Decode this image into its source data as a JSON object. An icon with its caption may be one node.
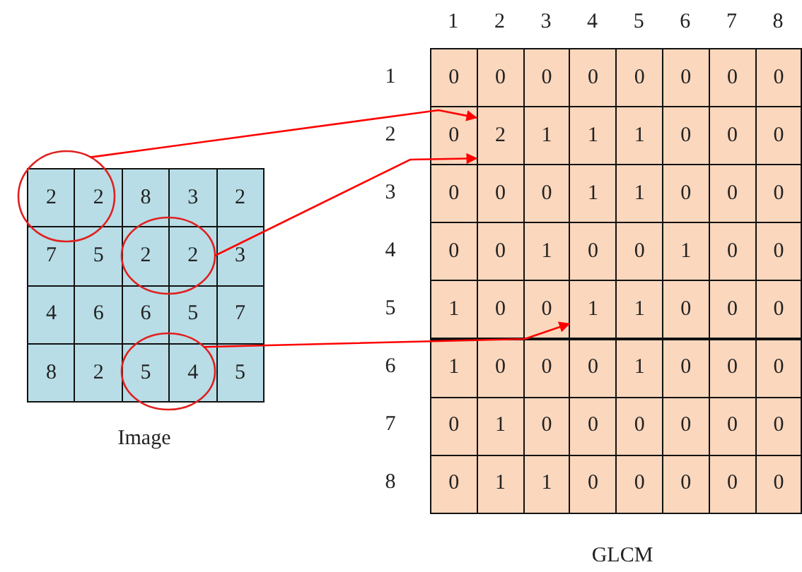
{
  "diagram": {
    "nodes": [
      {
        "text": [],
        "shape": "circle"
      },
      {
        "text": [],
        "shape": "circle"
      },
      {
        "text": [],
        "shape": "circle"
      },
      {
        "text": [
          "2"
        ]
      },
      {
        "text": [
          "1"
        ]
      }
    ],
    "edges": [
      {
        "from": 0,
        "to": 3,
        "arrow": "to",
        "color": "#ff0000"
      },
      {
        "from": 1,
        "to": 3,
        "arrow": "to",
        "color": "#ff0000"
      },
      {
        "from": 2,
        "to": 4,
        "arrow": "to",
        "color": "#ff0000"
      }
    ],
    "labels": [
      "2",
      "2",
      "8",
      "3",
      "2",
      "7",
      "5",
      "2",
      "2",
      "3",
      "4",
      "6",
      "6",
      "5",
      "7",
      "8",
      "2",
      "5",
      "4",
      "5",
      "Image",
      "1",
      "2",
      "3",
      "4",
      "5",
      "6",
      "7",
      "8",
      "1",
      "0",
      "0",
      "0",
      "0",
      "0",
      "0",
      "0",
      "0",
      "2",
      "0",
      "1",
      "1",
      "1",
      "0",
      "0",
      "0",
      "3",
      "0",
      "0",
      "0",
      "1",
      "1",
      "0",
      "0",
      "0",
      "4",
      "0",
      "0",
      "1",
      "0",
      "0",
      "1",
      "0",
      "0",
      "5",
      "1",
      "0",
      "0",
      "1",
      "0",
      "0",
      "0",
      "6",
      "1",
      "0",
      "0",
      "0",
      "1",
      "0",
      "0",
      "0",
      "7",
      "0",
      "1",
      "0",
      "0",
      "0",
      "0",
      "0",
      "0",
      "8",
      "0",
      "1",
      "1",
      "0",
      "0",
      "0",
      "0",
      "0",
      "GLCM"
    ]
  }
}
